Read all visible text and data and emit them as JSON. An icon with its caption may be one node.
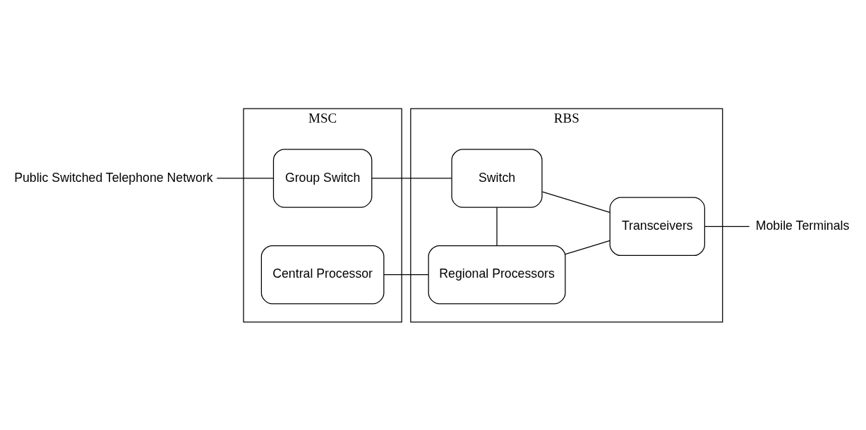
{
  "diagram": {
    "nodes": [
      {
        "text": [
          "MSC"
        ]
      },
      {
        "text": [
          "Group Switch"
        ],
        "in": 0
      },
      {
        "text": [
          "Central Processor"
        ],
        "in": 0
      },
      {
        "text": [
          "RBS"
        ]
      },
      {
        "text": [
          "Switch"
        ],
        "in": 3
      },
      {
        "text": [
          "Transceivers"
        ],
        "in": 3
      },
      {
        "text": [
          "Regional Processors"
        ],
        "in": 3
      },
      {
        "text": [
          "Public Switched Telephone Network"
        ]
      },
      {
        "text": [
          "Mobile Terminals"
        ]
      }
    ],
    "edges": [
      {
        "from": 7,
        "to": 1,
        "arrow": "none"
      },
      {
        "from": 1,
        "to": 4,
        "arrow": "none"
      },
      {
        "from": 4,
        "to": 5,
        "arrow": "none"
      },
      {
        "from": 5,
        "to": 8,
        "arrow": "none"
      },
      {
        "from": 4,
        "to": 6,
        "arrow": "none"
      },
      {
        "from": 2,
        "to": 6,
        "arrow": "none"
      },
      {
        "from": 6,
        "to": 5,
        "arrow": "none"
      }
    ]
  }
}
